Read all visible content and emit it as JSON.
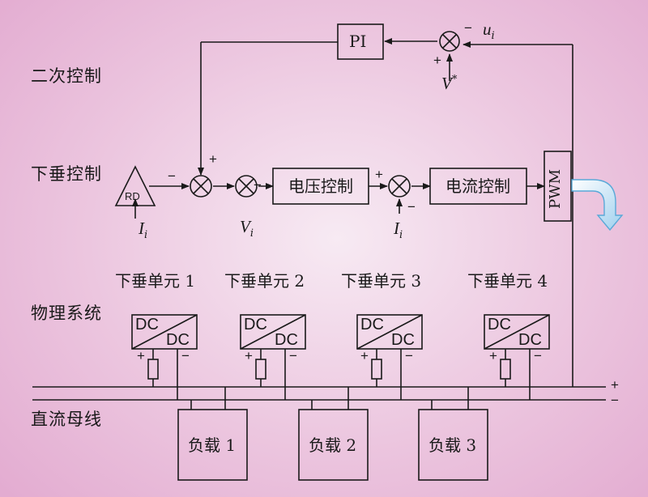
{
  "levels": {
    "secondary": "二次控制",
    "droop": "下垂控制",
    "physical": "物理系统",
    "bus": "直流母线"
  },
  "blocks": {
    "pi": "PI",
    "rd": "RD",
    "voltage": "电压控制",
    "current": "电流控制",
    "pwm": "PWM"
  },
  "converter": {
    "top": "DC",
    "bottom": "DC"
  },
  "units": [
    "下垂单元 1",
    "下垂单元 2",
    "下垂单元 3",
    "下垂单元 4"
  ],
  "loads": [
    "负载 1",
    "负载 2",
    "负载 3"
  ],
  "signals": {
    "u": "u",
    "u_sub": "i",
    "v_ref": "V",
    "v_ref_sup": "*",
    "v": "V",
    "v_sub": "i",
    "i": "I",
    "i_sub": "i"
  },
  "signs": {
    "plus": "+",
    "minus": "−"
  },
  "bus_signs": {
    "positive": "+",
    "negative": "−"
  }
}
